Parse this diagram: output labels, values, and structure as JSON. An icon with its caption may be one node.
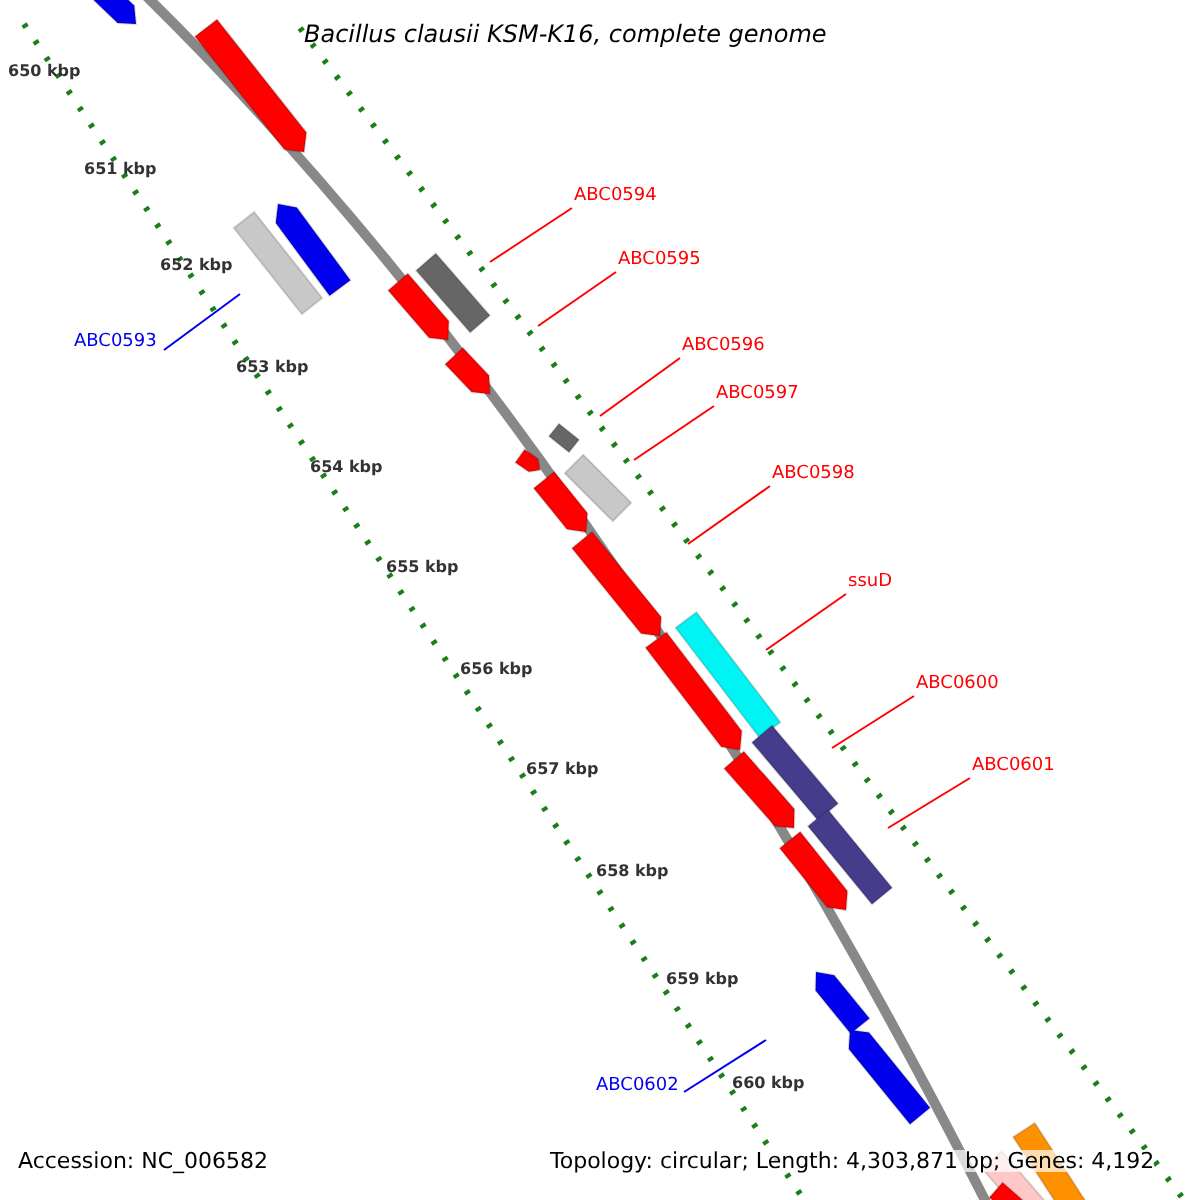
{
  "diagram": {
    "title": "Bacillus clausii KSM-K16, complete genome",
    "nodes": [
      {
        "text": [
          "ABC0593"
        ]
      },
      {
        "text": [
          "ABC0594"
        ]
      },
      {
        "text": [
          "ABC0595"
        ]
      },
      {
        "text": [
          "ABC0596"
        ]
      },
      {
        "text": [
          "ABC0597"
        ]
      },
      {
        "text": [
          "ABC0598"
        ]
      },
      {
        "text": [
          "ssuD"
        ]
      },
      {
        "text": [
          "ABC0600"
        ]
      },
      {
        "text": [
          "ABC0601"
        ]
      },
      {
        "text": [
          "ABC0602"
        ]
      }
    ],
    "edges": [
      {
        "from": 0,
        "to": null,
        "arrow": "none",
        "color": "#0000ee"
      },
      {
        "from": 1,
        "to": null,
        "arrow": "none"
      },
      {
        "from": 2,
        "to": null,
        "arrow": "none"
      },
      {
        "from": 3,
        "to": null,
        "arrow": "none"
      },
      {
        "from": 4,
        "to": null,
        "arrow": "none"
      },
      {
        "from": 5,
        "to": null,
        "arrow": "none"
      },
      {
        "from": 6,
        "to": null,
        "arrow": "none"
      },
      {
        "from": 7,
        "to": null,
        "arrow": "none"
      },
      {
        "from": 8,
        "to": null,
        "arrow": "none"
      },
      {
        "from": 9,
        "to": null,
        "arrow": "none",
        "color": "#0000ee"
      }
    ],
    "labels": [
      "650 kbp",
      "651 kbp",
      "652 kbp",
      "653 kbp",
      "654 kbp",
      "655 kbp",
      "656 kbp",
      "657 kbp",
      "658 kbp",
      "659 kbp",
      "660 kbp",
      "Accession: NC_006582",
      "Topology: circular; Length: 4,303,871 bp; Genes: 4,192"
    ]
  }
}
